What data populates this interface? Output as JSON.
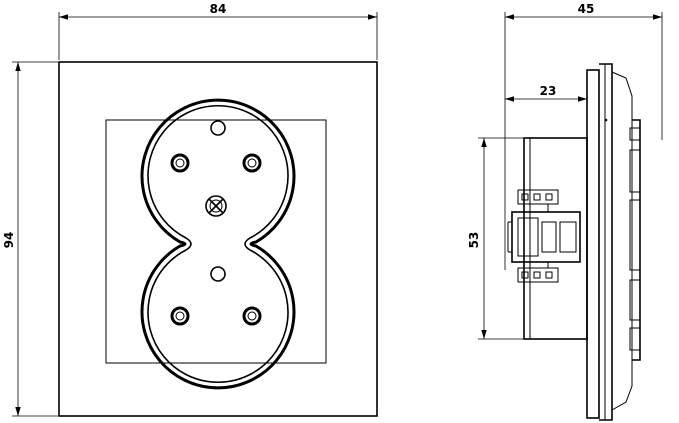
{
  "dimensions": {
    "front_width": "84",
    "front_height": "94",
    "side_depth_total": "45",
    "side_depth_partial": "23",
    "side_height": "53"
  }
}
